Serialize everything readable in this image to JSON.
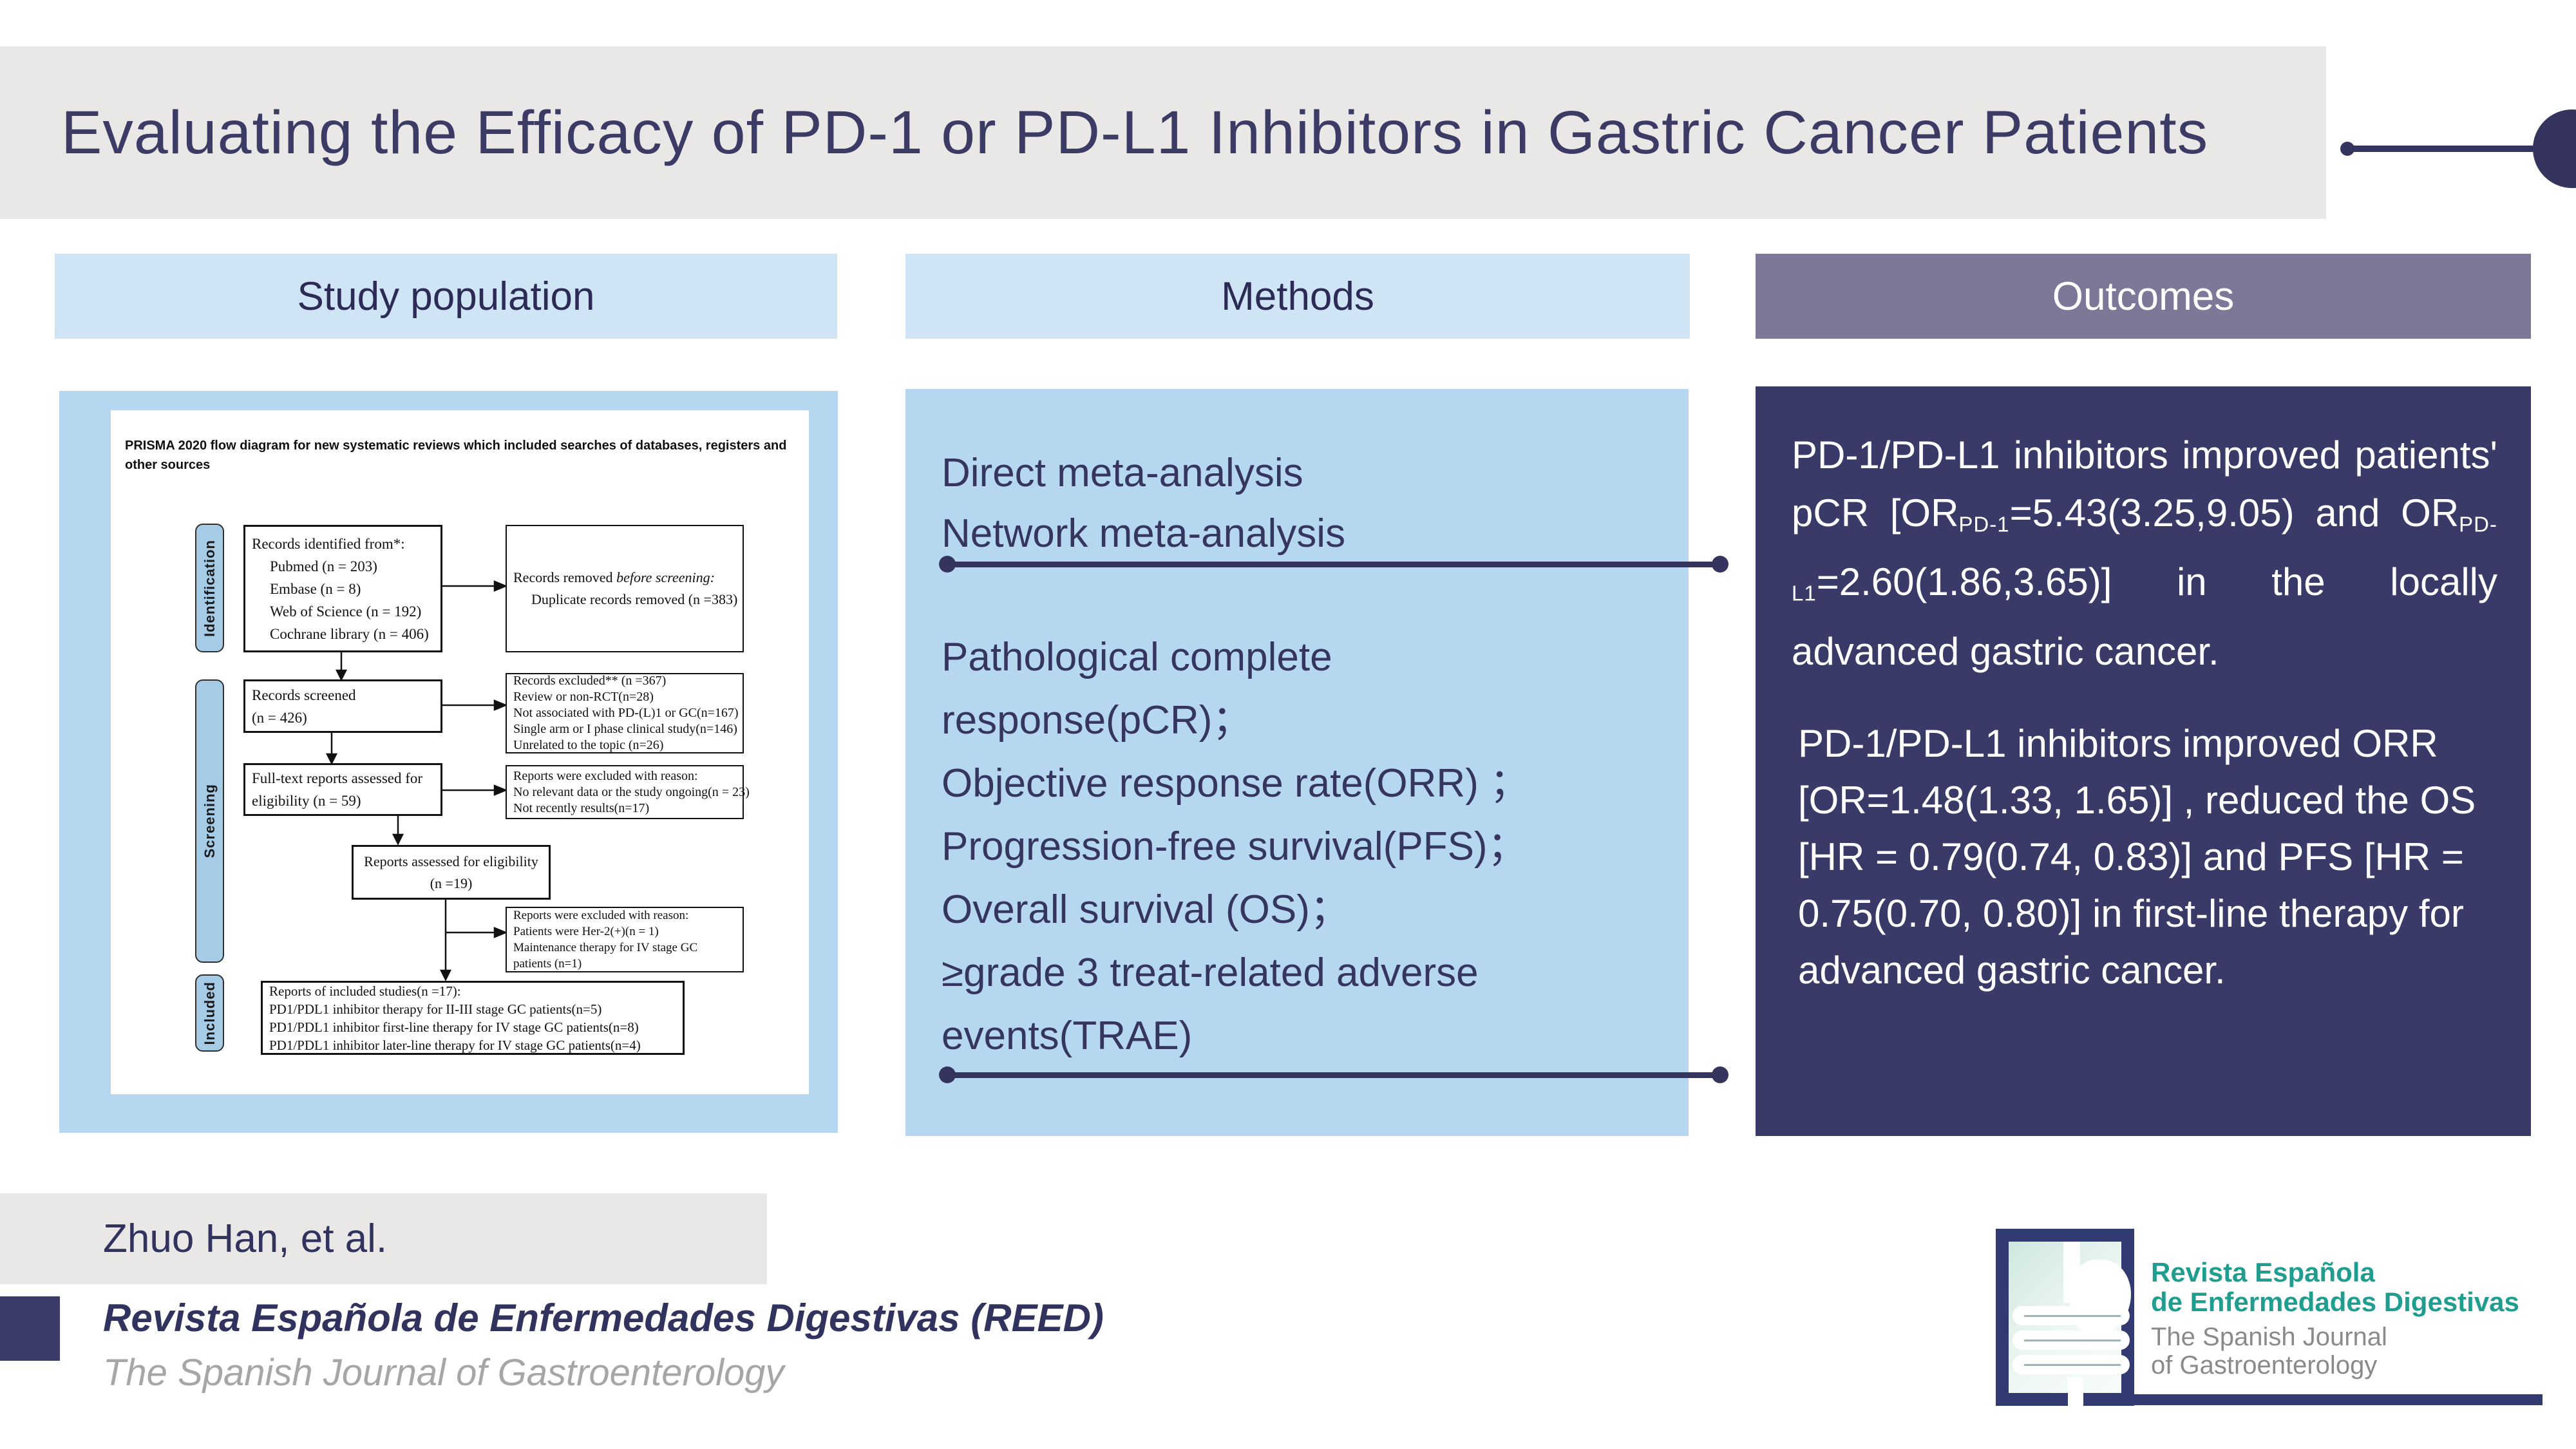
{
  "title": "Evaluating the Efficacy of PD-1 or PD-L1 Inhibitors in Gastric Cancer Patients",
  "columns": {
    "study": {
      "header": "Study population"
    },
    "methods": {
      "header": "Methods",
      "group1": [
        "Direct meta-analysis",
        "Network meta-analysis"
      ],
      "group2": [
        "Pathological complete",
        "response(pCR)；",
        "Objective response rate(ORR) ；",
        "Progression-free survival(PFS)；",
        "Overall survival (OS)；",
        "≥grade 3 treat-related adverse",
        "events(TRAE)"
      ]
    },
    "outcomes": {
      "header": "Outcomes",
      "p1": {
        "t1": "PD-1/PD-L1 inhibitors improved patients' pCR [OR",
        "s1": "PD-1",
        "t2": "=5.43(3.25,9.05) and OR",
        "s2": "PD-L1",
        "t3": "=2.60(1.86,3.65)] in the locally advanced gastric cancer."
      },
      "p2": "PD-1/PD-L1 inhibitors improved ORR [OR=1.48(1.33, 1.65)] , reduced the OS [HR = 0.79(0.74, 0.83)] and PFS [HR = 0.75(0.70, 0.80)] in first-line therapy for advanced gastric cancer."
    }
  },
  "prisma": {
    "title": "PRISMA 2020 flow diagram for new systematic reviews which included searches of databases, registers and other sources",
    "stages": [
      "Identification",
      "Screening",
      "Included"
    ],
    "boxes": {
      "identified": {
        "lines": [
          "Records identified from*:",
          "Pubmed (n = 203)",
          "Embase (n = 8)",
          "Web of Science (n = 192)",
          "Cochrane library (n = 406)"
        ]
      },
      "removed": {
        "pre": "Records removed ",
        "italic": "before screening:",
        "line2": "Duplicate records removed (n =383)"
      },
      "screened": [
        "Records screened",
        "(n = 426)"
      ],
      "excluded1": [
        "Records excluded** (n =367)",
        "Review or non-RCT(n=28)",
        "Not associated with PD-(L)1 or GC(n=167)",
        "Single arm or I phase clinical study(n=146)",
        "Unrelated to the topic (n=26)"
      ],
      "fulltext": [
        "Full-text reports assessed for",
        "eligibility (n = 59)"
      ],
      "excluded2": [
        "Reports were excluded with reason:",
        "No relevant data or the study ongoing(n = 23)",
        "Not recently results(n=17)"
      ],
      "assessed": [
        "Reports assessed for eligibility",
        "(n =19)"
      ],
      "excluded3": [
        "Reports were excluded with reason:",
        "Patients were Her-2(+)(n = 1)",
        "Maintenance therapy for IV stage GC",
        "patients (n=1)"
      ],
      "included": [
        "Reports of included studies(n =17):",
        "PD1/PDL1 inhibitor therapy for II-III stage GC patients(n=5)",
        "PD1/PDL1 inhibitor first-line therapy for IV stage GC patients(n=8)",
        "PD1/PDL1 inhibitor later-line therapy for IV stage GC patients(n=4)"
      ]
    }
  },
  "footer": {
    "authors": "Zhuo Han, et al.",
    "journal_full": "Revista Española de Enfermedades Digestivas (REED)",
    "journal_en": "The Spanish Journal of Gastroenterology"
  },
  "logo": {
    "line1": "Revista Española",
    "line2": "de Enfermedades Digestivas",
    "line3": "The Spanish Journal",
    "line4": "of Gastroenterology"
  },
  "colors": {
    "navy": "#34345e",
    "outcomes_bg": "#3a3a68",
    "outcomes_header": "#7d7897",
    "panel_blue": "#b5d8f0",
    "header_blue": "#cfe4f5",
    "bar_gray": "#e9e8e7",
    "logo_teal": "#1f9e90",
    "logo_navy": "#323a72"
  }
}
